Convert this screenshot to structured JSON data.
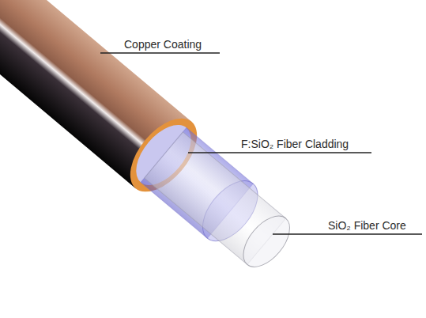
{
  "diagram": {
    "labels": [
      "Copper Coating",
      "F:SiO₂ Fiber Cladding",
      "SiO₂ Fiber Core"
    ]
  }
}
